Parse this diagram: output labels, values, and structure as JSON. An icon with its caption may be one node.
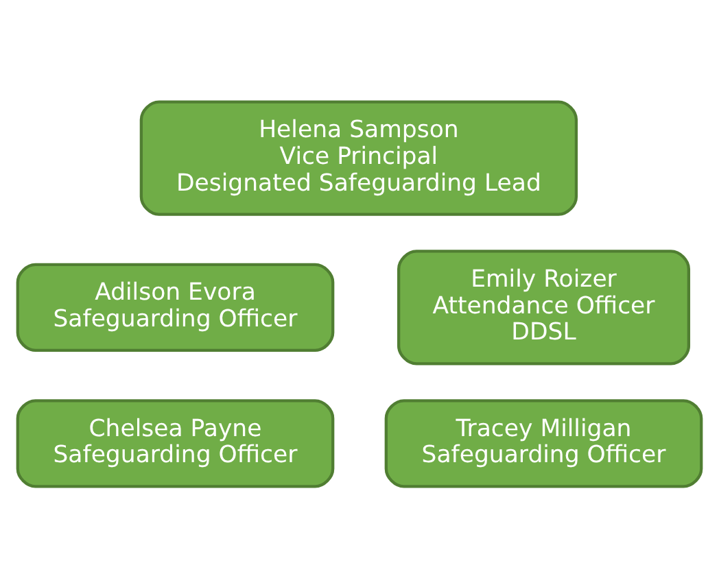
{
  "diagram": {
    "nodes": [
      {
        "text": [
          "Helena Sampson",
          "Vice Principal",
          "Designated Safeguarding Lead"
        ]
      },
      {
        "text": [
          "Adilson Evora",
          "Safeguarding Officer"
        ]
      },
      {
        "text": [
          "Emily Roizer",
          "Attendance Officer",
          "DDSL"
        ]
      },
      {
        "text": [
          "Chelsea Payne",
          "Safeguarding Officer"
        ]
      },
      {
        "text": [
          "Tracey Milligan",
          "Safeguarding Officer"
        ]
      }
    ],
    "edges": []
  }
}
